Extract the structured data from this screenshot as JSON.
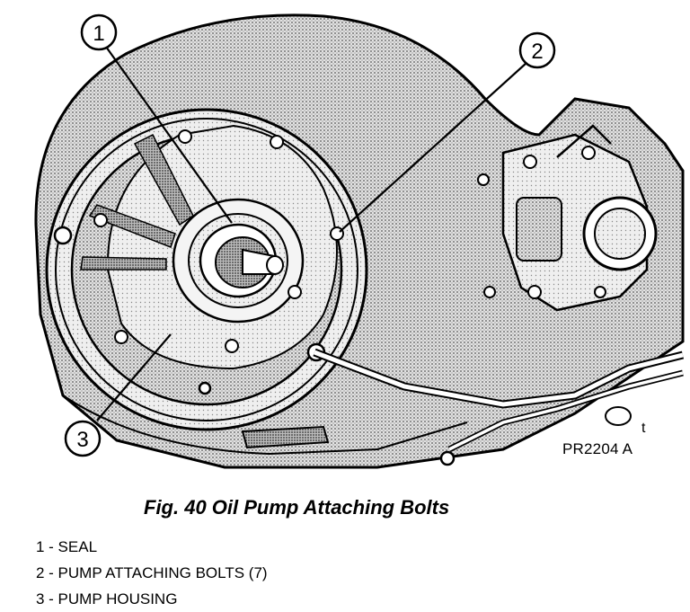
{
  "figure": {
    "callouts": [
      {
        "number": "1"
      },
      {
        "number": "2"
      },
      {
        "number": "3"
      }
    ],
    "reference_code": "PR2204 A",
    "stray_mark": "t"
  },
  "caption": "Fig. 40 Oil Pump Attaching Bolts",
  "legend": [
    "1 - SEAL",
    "2 - PUMP ATTACHING BOLTS (7)",
    "3 - PUMP HOUSING"
  ]
}
